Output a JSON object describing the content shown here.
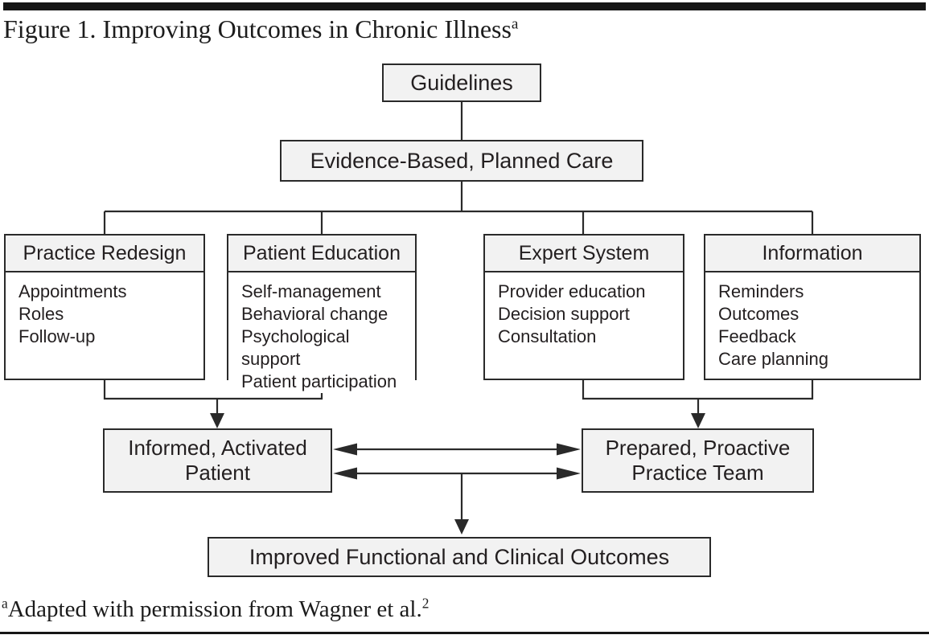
{
  "figure": {
    "title": "Figure 1. Improving Outcomes in Chronic Illness",
    "title_superscript": "a",
    "footnote_marker": "a",
    "footnote_text": "Adapted with permission from Wagner et al.",
    "footnote_reference": "2"
  },
  "colors": {
    "line": "#2a2a2a",
    "box_fill": "#f2f2f2",
    "box_body_fill": "#ffffff",
    "text": "#231f20",
    "rule": "#161616"
  },
  "nodes": {
    "guidelines": {
      "label": "Guidelines"
    },
    "evidence": {
      "label": "Evidence-Based, Planned Care"
    },
    "practice_redesign": {
      "title": "Practice Redesign",
      "items": [
        "Appointments",
        "Roles",
        "Follow-up"
      ]
    },
    "patient_education": {
      "title": "Patient Education",
      "items": [
        "Self-management",
        "Behavioral change",
        "Psychological support",
        "Patient participation"
      ]
    },
    "expert_system": {
      "title": "Expert System",
      "items": [
        "Provider education",
        "Decision support",
        "Consultation"
      ]
    },
    "information": {
      "title": "Information",
      "items": [
        "Reminders",
        "Outcomes",
        "Feedback",
        "Care planning"
      ]
    },
    "informed_patient": {
      "label": "Informed, Activated Patient"
    },
    "practice_team": {
      "label": "Prepared, Proactive Practice Team"
    },
    "outcomes": {
      "label": "Improved Functional and Clinical Outcomes"
    }
  }
}
